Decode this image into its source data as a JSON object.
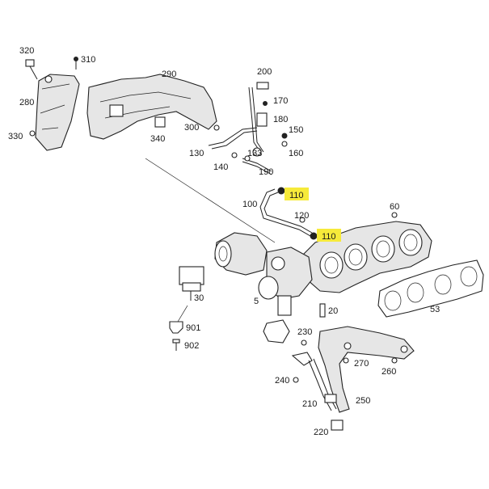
{
  "diagram": {
    "labels": {
      "l320": "320",
      "l310": "310",
      "l280": "280",
      "l330": "330",
      "l290": "290",
      "l340": "340",
      "l300": "300",
      "l130": "130",
      "l200": "200",
      "l170": "170",
      "l180": "180",
      "l150": "150",
      "l133": "133",
      "l160": "160",
      "l140": "140",
      "l190": "190",
      "l110a": "110",
      "l100": "100",
      "l120": "120",
      "l110b": "110",
      "l60": "60",
      "l30": "30",
      "l5": "5",
      "l20": "20",
      "l53": "53",
      "l901": "901",
      "l902": "902",
      "l230": "230",
      "l270": "270",
      "l240": "240",
      "l260": "260",
      "l210": "210",
      "l250": "250",
      "l220": "220"
    },
    "highlight_color": "#f6ea3a"
  }
}
